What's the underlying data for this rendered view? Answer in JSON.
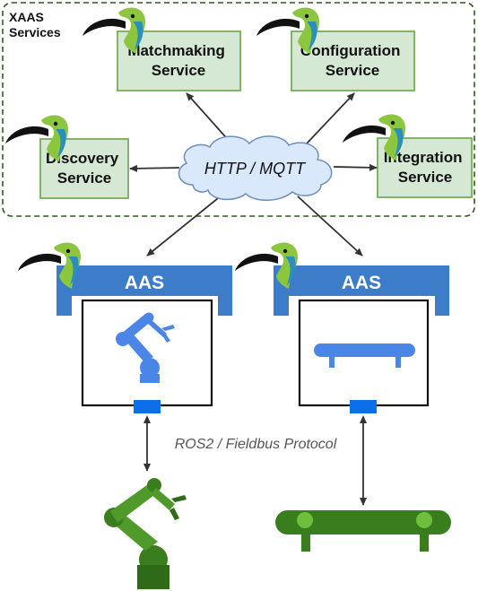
{
  "group": {
    "title_line1": "XAAS",
    "title_line2": "Services"
  },
  "services": {
    "matchmaking": {
      "line1": "Matchmaking",
      "line2": "Service"
    },
    "configuration": {
      "line1": "Configuration",
      "line2": "Service"
    },
    "discovery": {
      "line1": "Discovery",
      "line2": "Service"
    },
    "integration": {
      "line1": "Integration",
      "line2": "Service"
    }
  },
  "cloud": {
    "label": "HTTP / MQTT"
  },
  "aas": {
    "left_label": "AAS",
    "right_label": "AAS"
  },
  "protocol": {
    "label": "ROS2 / Fieldbus Protocol"
  },
  "colors": {
    "service_fill": "#d5e8d4",
    "service_stroke": "#82b366",
    "group_border": "#2d5a1e",
    "cloud_fill": "#dae8fc",
    "aas_blue": "#3d7cc9",
    "robot_blue": "#4a86e8",
    "connector_blue": "#0b6fe8",
    "physical_green": "#3a7d1f"
  }
}
